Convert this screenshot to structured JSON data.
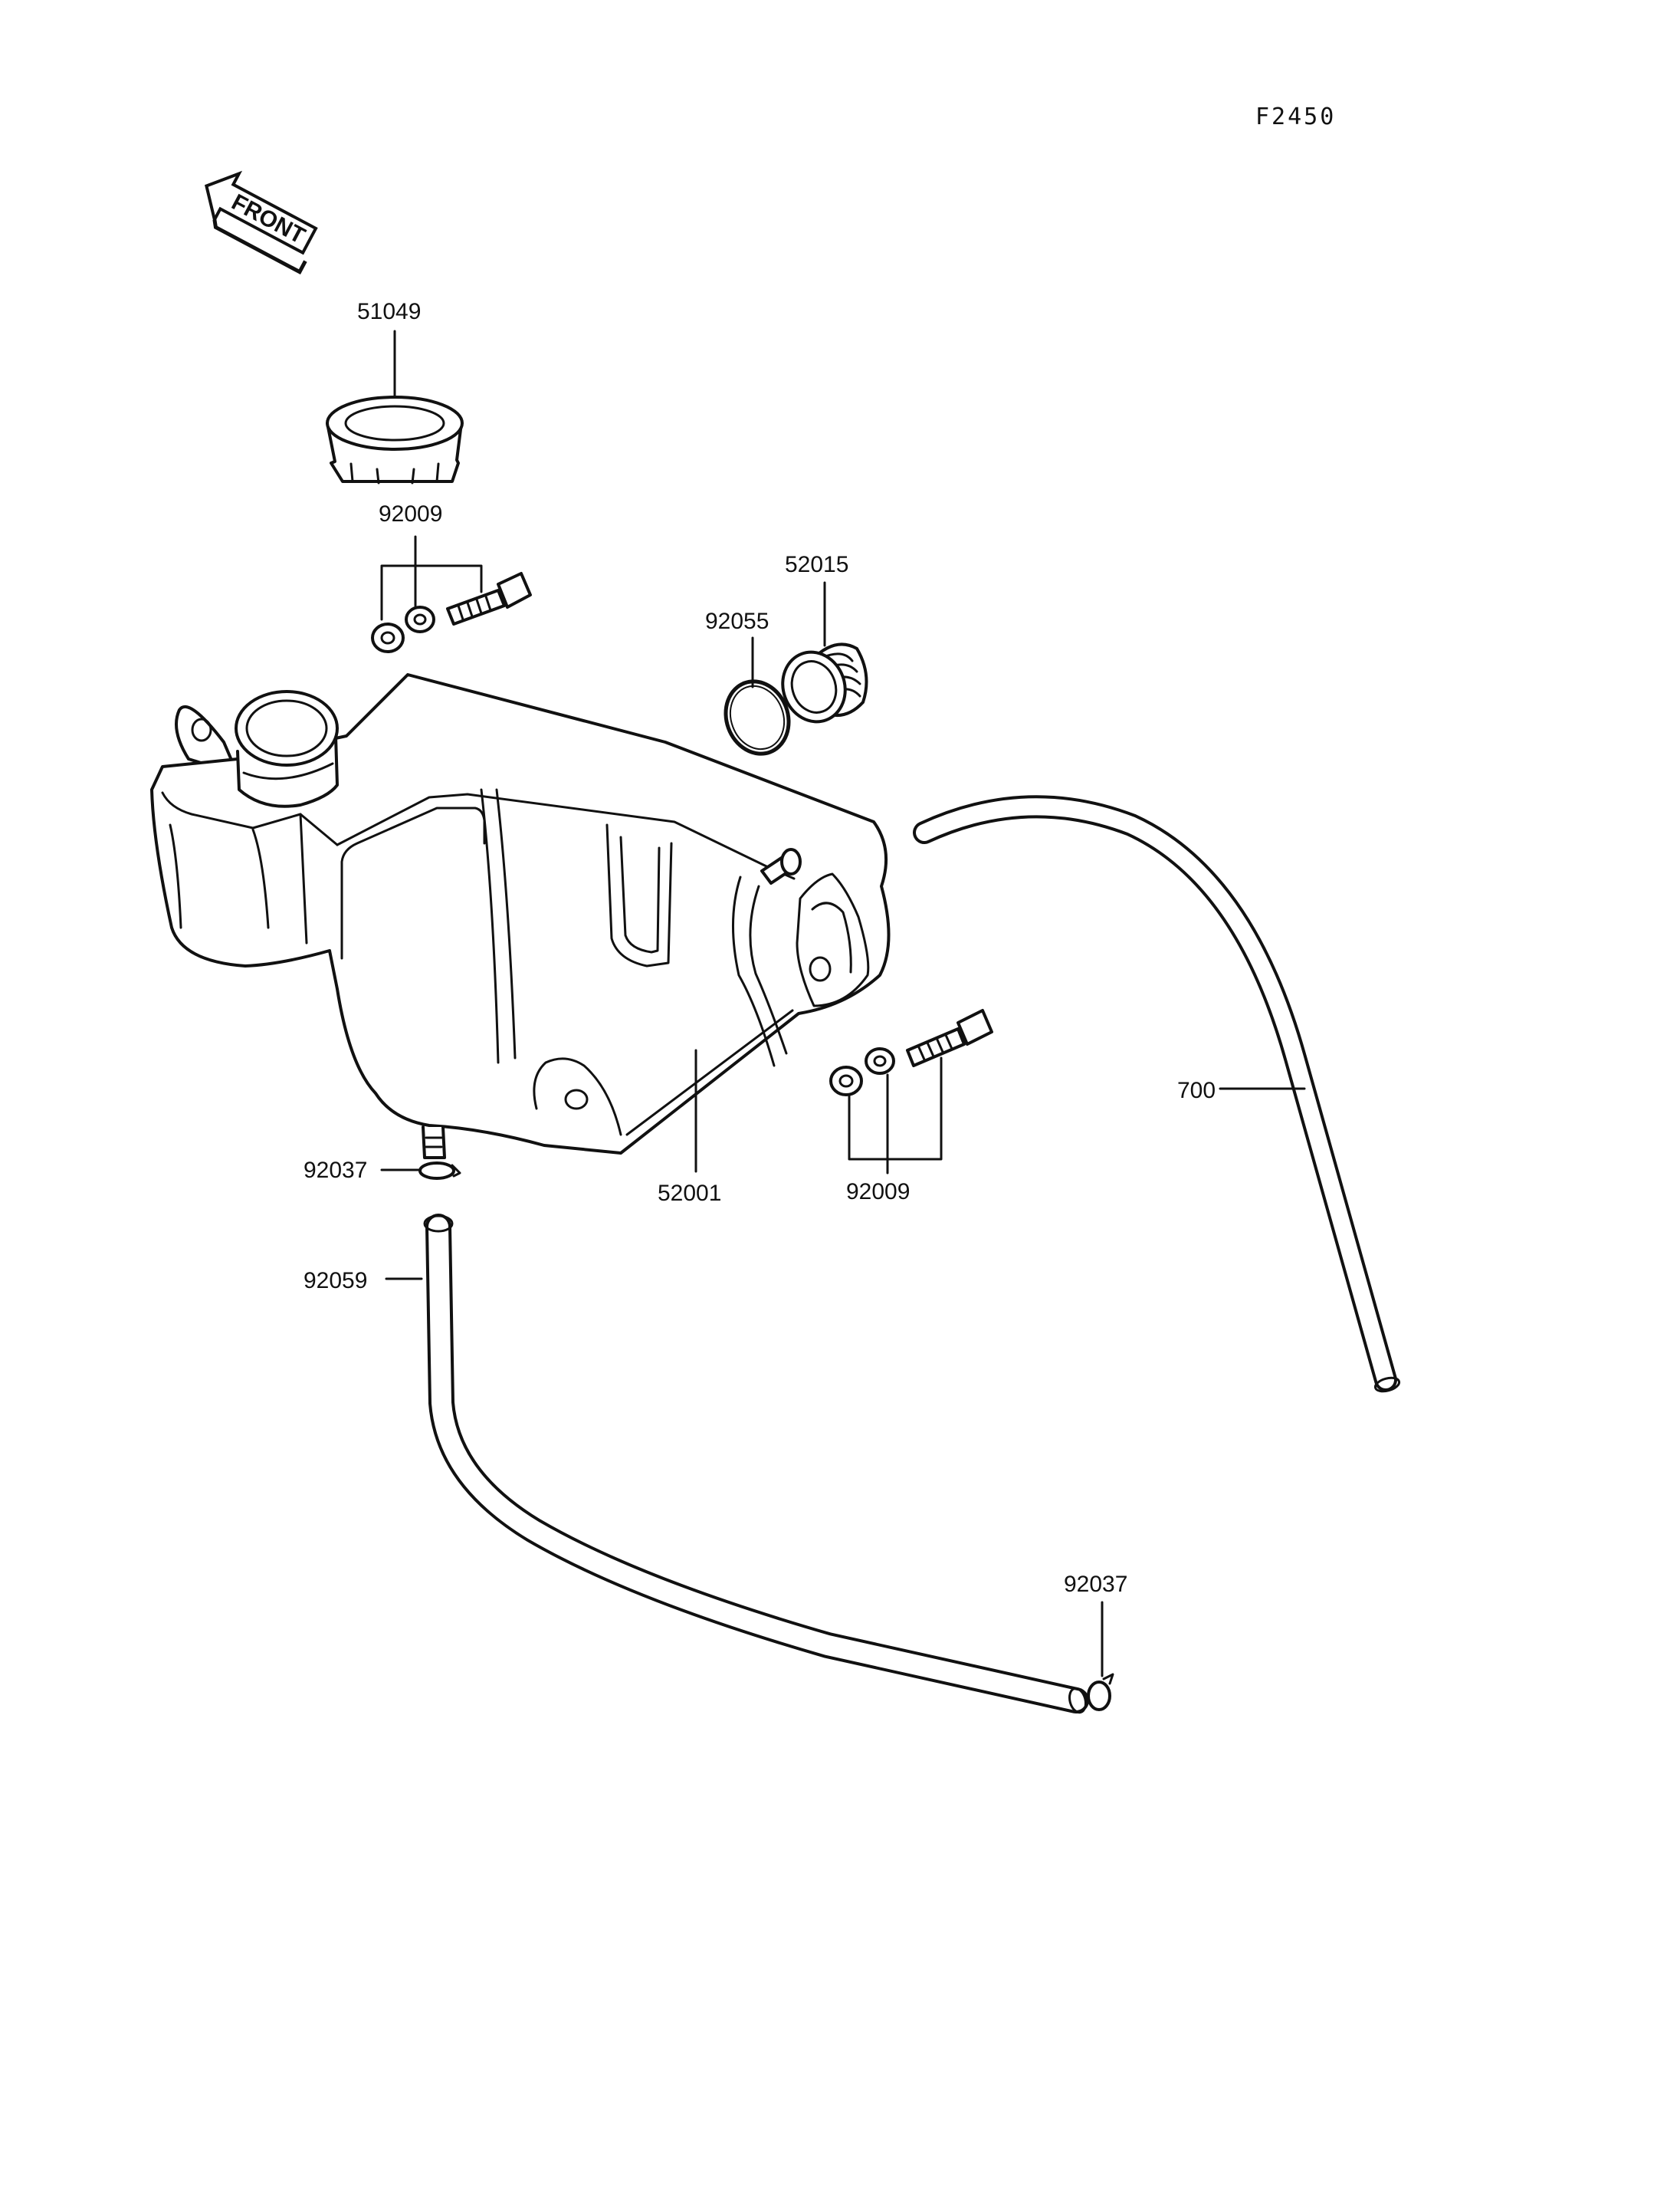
{
  "figure_code": "F2450",
  "front_arrow": {
    "text": "FRONT",
    "icon": "front-direction-arrow-icon"
  },
  "labels": {
    "cap": "51049",
    "bolt_set_top": "92009",
    "o_ring": "92055",
    "plug": "52015",
    "tank": "52001",
    "clamp_upper": "92037",
    "bolt_set_right": "92009",
    "hose_overflow": "700",
    "hose_drain": "92059",
    "clamp_lower": "92037"
  }
}
